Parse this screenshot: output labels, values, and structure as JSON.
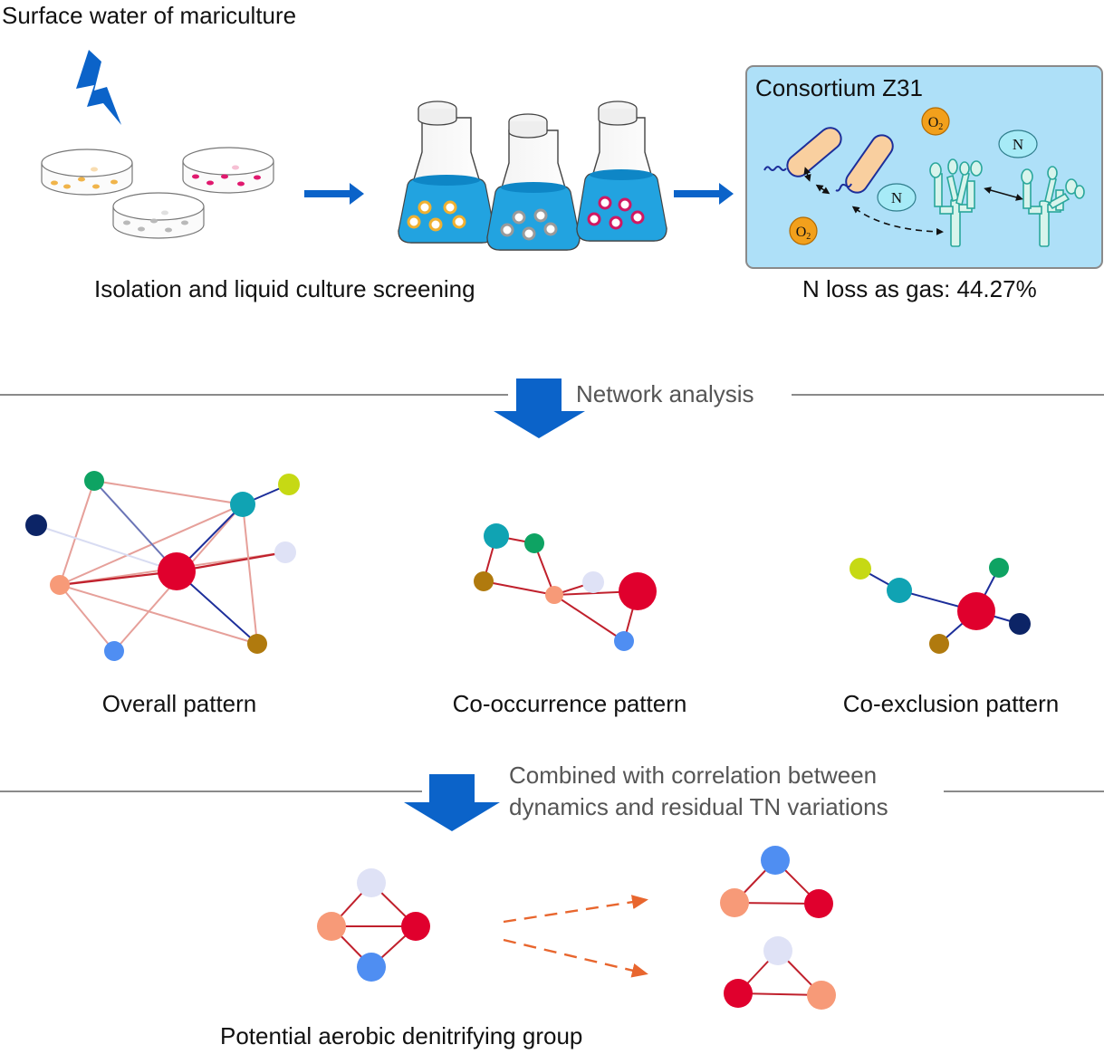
{
  "top": {
    "source_label": "Surface water of mariculture",
    "isolation_label": "Isolation and liquid culture screening",
    "consortium_title": "Consortium Z31",
    "n_loss_label": "N loss as gas: 44.27%",
    "o2_label": "O",
    "o2_subscript": "2",
    "n_label": "N"
  },
  "steps": {
    "network_analysis": "Network analysis",
    "combined_line1": "Combined with correlation between",
    "combined_line2": "dynamics and residual TN variations"
  },
  "patterns": {
    "overall": "Overall pattern",
    "cooccurrence": "Co-occurrence pattern",
    "coexclusion": "Co-exclusion pattern"
  },
  "bottom": {
    "group_label": "Potential aerobic denitrifying group"
  },
  "colors": {
    "arrow_blue": "#0b63c9",
    "flask_liquid": "#22a3e0",
    "consortium_bg": "#aee0f8",
    "positive_edge": "#c0202c",
    "negative_edge": "#1c2e9a",
    "node_red": "#e0002d",
    "node_salmon": "#f79a78",
    "node_lavender": "#dfe2f6",
    "node_blue": "#4f8ef2",
    "node_teal": "#10a3b3",
    "node_green": "#0ea363",
    "node_lime": "#c6d914",
    "node_navy": "#0c2466",
    "node_brown": "#b07a0e",
    "dashed_arrow": "#e8662e"
  }
}
